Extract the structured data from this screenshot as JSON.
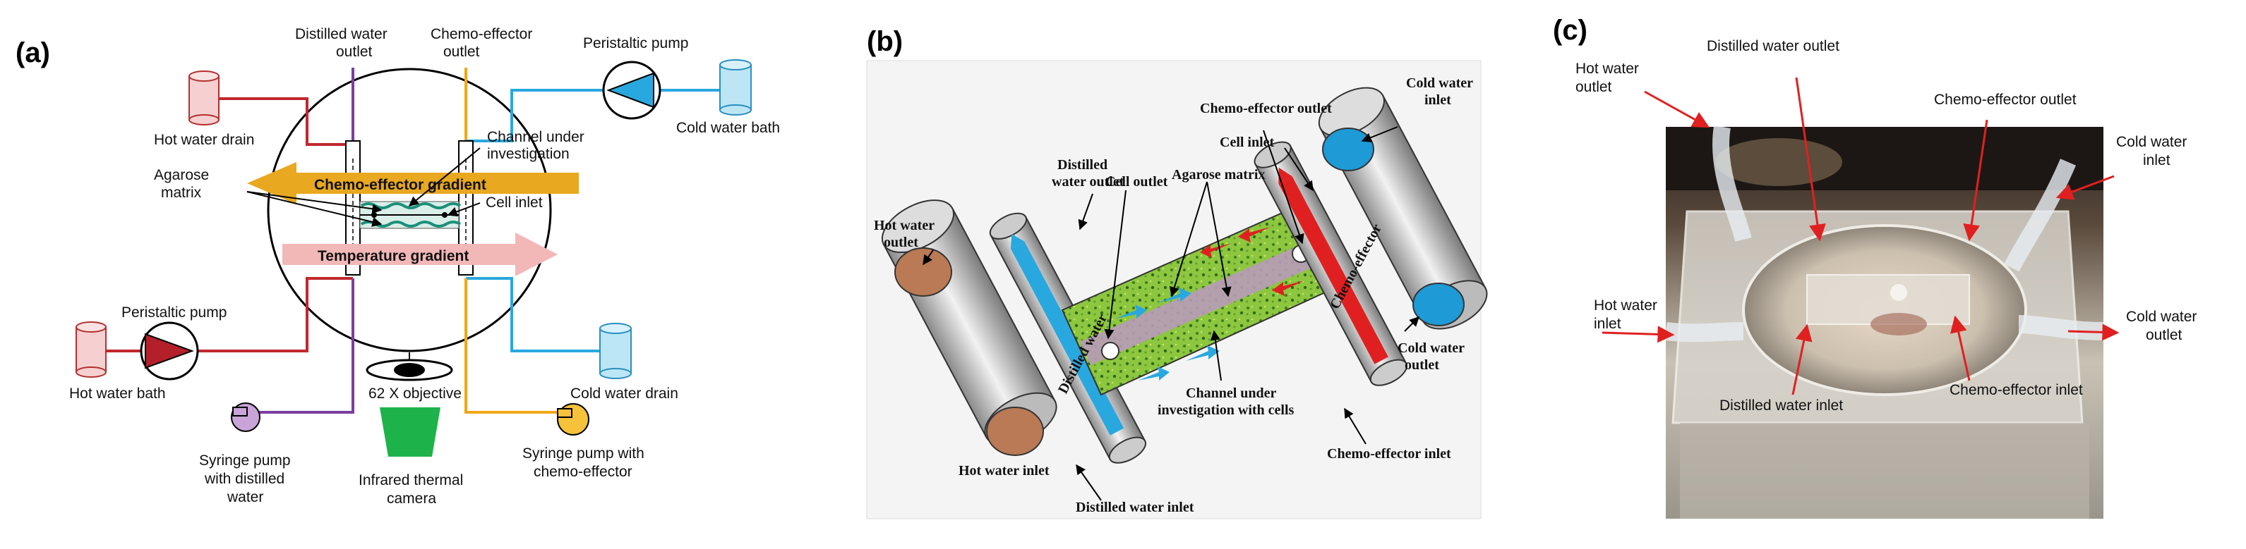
{
  "panel_a": {
    "letter": "(a)",
    "labels": {
      "distilled_outlet_1": "Distilled water",
      "distilled_outlet_2": "outlet",
      "chemo_outlet_1": "Chemo-effector",
      "chemo_outlet_2": "outlet",
      "peri_pump_top": "Peristaltic pump",
      "cold_bath": "Cold water bath",
      "hot_drain": "Hot water drain",
      "channel_1": "Channel under",
      "channel_2": "investigation",
      "agarose_1": "Agarose",
      "agarose_2": "matrix",
      "chemo_gradient": "Chemo-effector gradient",
      "cell_inlet": "Cell inlet",
      "temp_gradient": "Temperature gradient",
      "peri_pump_bottom": "Peristaltic pump",
      "hot_bath": "Hot water bath",
      "objective": "62 X objective",
      "cold_drain": "Cold water drain",
      "syringe_dw_1": "Syringe pump",
      "syringe_dw_2": "with distilled",
      "syringe_dw_3": "water",
      "camera_1": "Infrared thermal",
      "camera_2": "camera",
      "syringe_ce_1": "Syringe pump with",
      "syringe_ce_2": "chemo-effector"
    }
  },
  "panel_b": {
    "letter": "(b)",
    "labels": {
      "cold_inlet_1": "Cold water",
      "cold_inlet_2": "inlet",
      "chemo_outlet": "Chemo-effector outlet",
      "cell_inlet": "Cell inlet",
      "distilled_outlet_1": "Distilled",
      "distilled_outlet_2": "water outlet",
      "cell_outlet": "Cell  outlet",
      "agarose": "Agarose matrix",
      "hot_outlet_1": "Hot water",
      "hot_outlet_2": "outlet",
      "distilled_water_rot": "Distilled water",
      "chemo_effector_rot": "Chemo-effector",
      "cold_outlet_1": "Cold water",
      "cold_outlet_2": "outlet",
      "channel_1": "Channel under",
      "channel_2": "investigation with cells",
      "hot_inlet": "Hot water inlet",
      "chemo_inlet": "Chemo-effector inlet",
      "distilled_inlet": "Distilled water inlet"
    }
  },
  "panel_c": {
    "letter": "(c)",
    "labels": {
      "hot_outlet_1": "Hot water",
      "hot_outlet_2": "outlet",
      "distilled_outlet": "Distilled water outlet",
      "chemo_outlet": "Chemo-effector outlet",
      "cold_inlet_1": "Cold water",
      "cold_inlet_2": "inlet",
      "hot_inlet_1": "Hot water",
      "hot_inlet_2": "inlet",
      "cold_outlet_1": "Cold water",
      "cold_outlet_2": "outlet",
      "chemo_inlet": "Chemo-effector inlet",
      "distilled_inlet": "Distilled water inlet"
    }
  },
  "colors": {
    "hot": "#c0282d",
    "cold": "#29a8e0",
    "distilled": "#7b3fa0",
    "chemo": "#f0a818",
    "gradient_chemo": "#e8a820",
    "gradient_temp": "#f2b8b8",
    "camera": "#1db34a",
    "agarose": "#8dc63f",
    "hot_tank": "#b97a55",
    "cold_tank": "#1e9ad6"
  }
}
